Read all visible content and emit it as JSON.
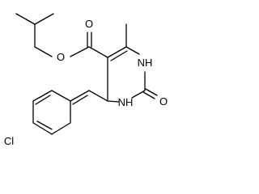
{
  "molecule": {
    "atoms": {
      "carbonyl_o": "O",
      "ester_o": "O",
      "n1": "NH",
      "n3": "NH",
      "oxo_o": "O",
      "cl": "Cl"
    }
  },
  "colors": {
    "bond": "#000000",
    "label": "#000000",
    "background": "#ffffff"
  }
}
